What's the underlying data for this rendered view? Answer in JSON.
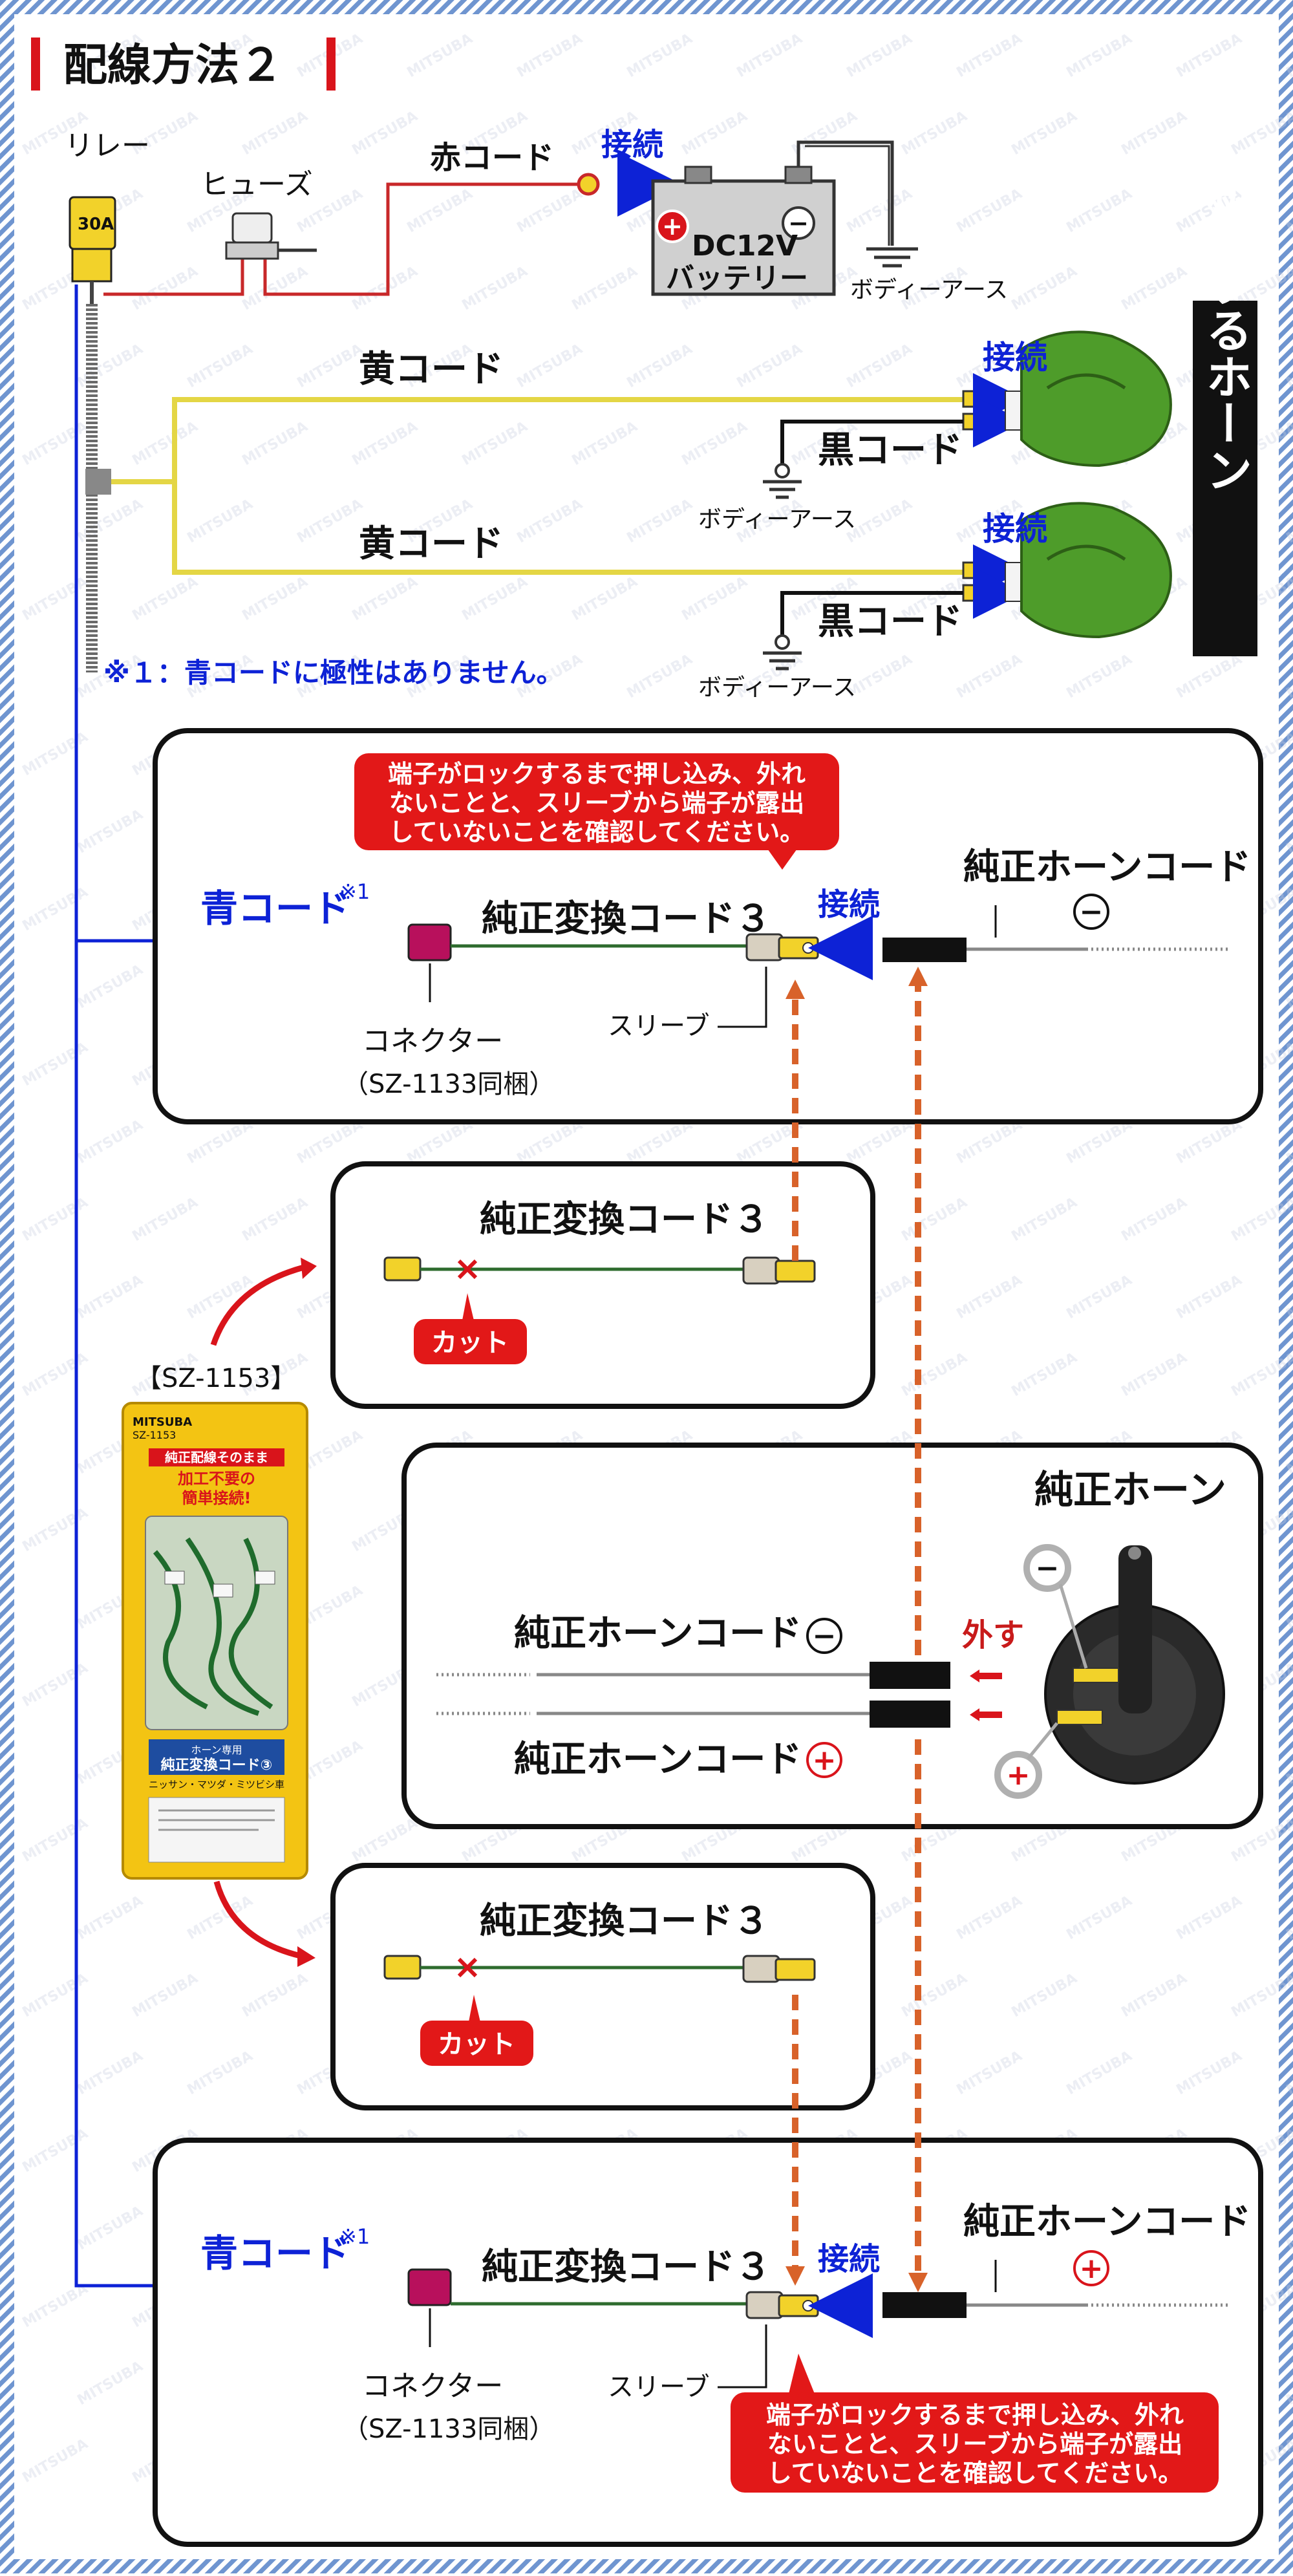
{
  "title": "配線方法２",
  "watermark": "MITSUBA",
  "colors": {
    "red": "#d9141b",
    "blue": "#0d22d6",
    "yellow": "#e4d645",
    "orange": "#d8622a",
    "green_cord": "#2e6b2e",
    "horn_green": "#4e9c2a",
    "border_blue": "#5a86c8"
  },
  "top": {
    "relay": "リレー",
    "relay_rating": "30A",
    "fuse": "ヒューズ",
    "red_cord": "赤コード",
    "connect": "接続",
    "battery_plus": "+",
    "battery_minus": "−",
    "battery_voltage": "DC12V",
    "battery_name": "バッテリー",
    "body_earth": "ボディーアース",
    "yellow_cord_1": "黄コード",
    "yellow_cord_2": "黄コード",
    "black_cord_1": "黒コード",
    "black_cord_2": "黒コード",
    "body_earth_2": "ボディーアース",
    "body_earth_3": "ボディーアース",
    "connect_2": "接続",
    "connect_3": "接続",
    "new_horn": "新設するホーン",
    "note": "※１：青コードに極性はありません。"
  },
  "panel1": {
    "warning_lines": [
      "端子がロックするまで押し込み、外れ",
      "ないことと、スリーブから端子が露出",
      "していないことを確認してください。"
    ],
    "blue_cord": "青コード",
    "note_mark": "※1",
    "conversion_cord": "純正変換コード３",
    "connect": "接続",
    "horn_cord": "純正ホーンコード",
    "polarity": "−",
    "sleeve": "スリーブ",
    "connector": "コネクター",
    "connector_note": "（SZ-1133同梱）"
  },
  "panel2": {
    "conversion_cord": "純正変換コード３",
    "cut": "カット"
  },
  "product": {
    "model_label": "【SZ-1153】",
    "brand": "MITSUBA",
    "model": "SZ-1153",
    "tagline_1": "純正配線そのまま",
    "tagline_2": "加工不要の",
    "tagline_3": "簡単接続!",
    "tag": "ホーン専用",
    "name": "純正変換コード③",
    "makers": "ニッサン・マツダ・ミツビシ車"
  },
  "panel3": {
    "title": "純正ホーン",
    "remove": "外す",
    "horn_cord_minus": "純正ホーンコード",
    "horn_cord_plus": "純正ホーンコード",
    "minus": "−",
    "plus": "+"
  },
  "panel4": {
    "conversion_cord": "純正変換コード３",
    "cut": "カット"
  },
  "panel5": {
    "blue_cord": "青コード",
    "note_mark": "※1",
    "conversion_cord": "純正変換コード３",
    "connect": "接続",
    "horn_cord": "純正ホーンコード",
    "polarity": "+",
    "sleeve": "スリーブ",
    "connector": "コネクター",
    "connector_note": "（SZ-1133同梱）",
    "warning_lines": [
      "端子がロックするまで押し込み、外れ",
      "ないことと、スリーブから端子が露出",
      "していないことを確認してください。"
    ]
  }
}
